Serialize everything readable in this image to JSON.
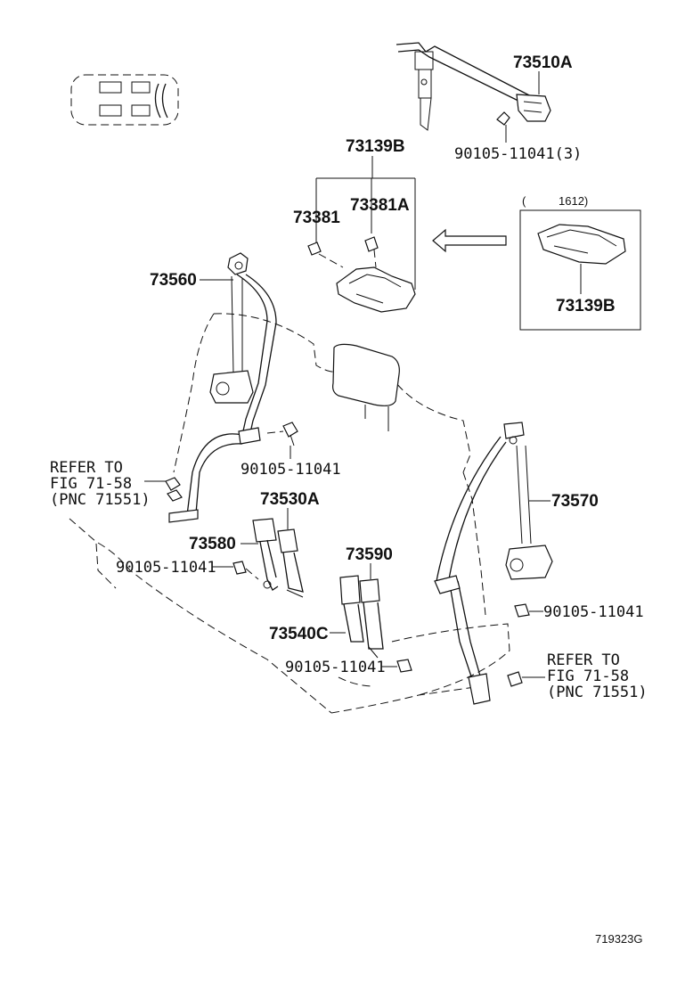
{
  "labels": {
    "p73510A": "73510A",
    "bolt_top": "90105-11041(3)",
    "p73139B": "73139B",
    "p73381": "73381",
    "p73381A": "73381A",
    "inset_paren": "(",
    "inset_code": "1612)",
    "inset_part": "73139B",
    "p73560": "73560",
    "bolt_left": "90105-11041",
    "refer_left_1": "REFER TO",
    "refer_left_2": "FIG 71-58",
    "refer_left_3": "(PNC 71551)",
    "p73530A": "73530A",
    "p73580": "73580",
    "bolt_mid": "90105-11041",
    "p73590": "73590",
    "p73540C": "73540C",
    "bolt_bottom": "90105-11041",
    "p73570": "73570",
    "bolt_right": "90105-11041",
    "refer_right_1": "REFER TO",
    "refer_right_2": "FIG 71-58",
    "refer_right_3": "(PNC 71551)",
    "figure_code": "719323G"
  }
}
